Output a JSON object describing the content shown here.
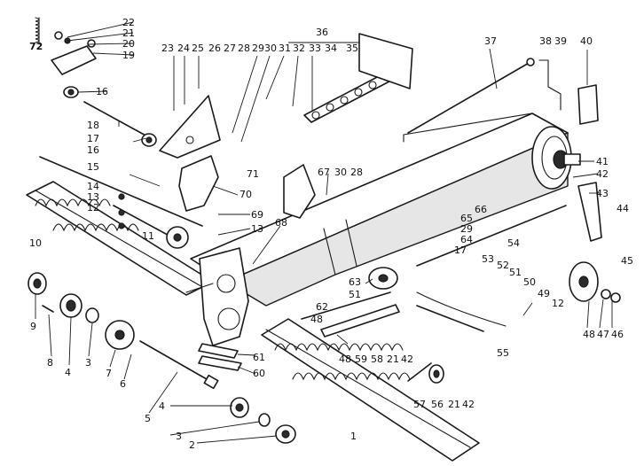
{
  "callouts": [
    {
      "id": "c72",
      "text": "72",
      "bold": true
    },
    {
      "id": "c22a",
      "text": "22"
    },
    {
      "id": "c21a",
      "text": "21"
    },
    {
      "id": "c20",
      "text": "20"
    },
    {
      "id": "c19",
      "text": "19"
    },
    {
      "id": "c16a",
      "text": "16"
    },
    {
      "id": "c18",
      "text": "18"
    },
    {
      "id": "c17a",
      "text": "17"
    },
    {
      "id": "c16b",
      "text": "16"
    },
    {
      "id": "c15",
      "text": "15"
    },
    {
      "id": "c14",
      "text": "14"
    },
    {
      "id": "c13a",
      "text": "13"
    },
    {
      "id": "c12a",
      "text": "12"
    },
    {
      "id": "c10",
      "text": "10"
    },
    {
      "id": "c11",
      "text": "11"
    },
    {
      "id": "c23",
      "text": "23"
    },
    {
      "id": "c24",
      "text": "24"
    },
    {
      "id": "c25",
      "text": "25"
    },
    {
      "id": "c26a",
      "text": "26"
    },
    {
      "id": "c27",
      "text": "27"
    },
    {
      "id": "c28a",
      "text": "28"
    },
    {
      "id": "c29a",
      "text": "29"
    },
    {
      "id": "c30a",
      "text": "30"
    },
    {
      "id": "c31",
      "text": "31"
    },
    {
      "id": "c32",
      "text": "32"
    },
    {
      "id": "c33",
      "text": "33"
    },
    {
      "id": "c34",
      "text": "34"
    },
    {
      "id": "c35",
      "text": "35"
    },
    {
      "id": "c36",
      "text": "36"
    },
    {
      "id": "c37",
      "text": "37"
    },
    {
      "id": "c38",
      "text": "38"
    },
    {
      "id": "c39",
      "text": "39"
    },
    {
      "id": "c40",
      "text": "40"
    },
    {
      "id": "c71",
      "text": "71"
    },
    {
      "id": "c70",
      "text": "70"
    },
    {
      "id": "c67",
      "text": "67"
    },
    {
      "id": "c30b",
      "text": "30"
    },
    {
      "id": "c28b",
      "text": "28"
    },
    {
      "id": "c69",
      "text": "69"
    },
    {
      "id": "c13b",
      "text": "13"
    },
    {
      "id": "c68",
      "text": "68"
    },
    {
      "id": "c66",
      "text": "66"
    },
    {
      "id": "c65",
      "text": "65"
    },
    {
      "id": "c29b",
      "text": "29"
    },
    {
      "id": "c64",
      "text": "64"
    },
    {
      "id": "c17b",
      "text": "17"
    },
    {
      "id": "c54",
      "text": "54"
    },
    {
      "id": "c41",
      "text": "41"
    },
    {
      "id": "c42a",
      "text": "42"
    },
    {
      "id": "c43",
      "text": "43"
    },
    {
      "id": "c44",
      "text": "44"
    },
    {
      "id": "c45",
      "text": "45"
    },
    {
      "id": "c53",
      "text": "53"
    },
    {
      "id": "c52",
      "text": "52"
    },
    {
      "id": "c51a",
      "text": "51"
    },
    {
      "id": "c50",
      "text": "50"
    },
    {
      "id": "c49",
      "text": "49"
    },
    {
      "id": "c12b",
      "text": "12"
    },
    {
      "id": "c63",
      "text": "63"
    },
    {
      "id": "c51b",
      "text": "51"
    },
    {
      "id": "c62",
      "text": "62"
    },
    {
      "id": "c48a",
      "text": "48"
    },
    {
      "id": "c48b",
      "text": "48"
    },
    {
      "id": "c59",
      "text": "59"
    },
    {
      "id": "c58",
      "text": "58"
    },
    {
      "id": "c21b",
      "text": "21"
    },
    {
      "id": "c42b",
      "text": "42"
    },
    {
      "id": "c55",
      "text": "55"
    },
    {
      "id": "c48c",
      "text": "48"
    },
    {
      "id": "c47",
      "text": "47"
    },
    {
      "id": "c46",
      "text": "46"
    },
    {
      "id": "c61",
      "text": "61"
    },
    {
      "id": "c60",
      "text": "60"
    },
    {
      "id": "c9",
      "text": "9"
    },
    {
      "id": "c8",
      "text": "8"
    },
    {
      "id": "c4a",
      "text": "4"
    },
    {
      "id": "c3a",
      "text": "3"
    },
    {
      "id": "c7",
      "text": "7"
    },
    {
      "id": "c6",
      "text": "6"
    },
    {
      "id": "c5",
      "text": "5"
    },
    {
      "id": "c4b",
      "text": "4"
    },
    {
      "id": "c3b",
      "text": "3"
    },
    {
      "id": "c2",
      "text": "2"
    },
    {
      "id": "c1",
      "text": "1"
    },
    {
      "id": "c57",
      "text": "57"
    },
    {
      "id": "c56",
      "text": "56"
    },
    {
      "id": "c21c",
      "text": "21"
    },
    {
      "id": "c42c",
      "text": "42"
    }
  ]
}
